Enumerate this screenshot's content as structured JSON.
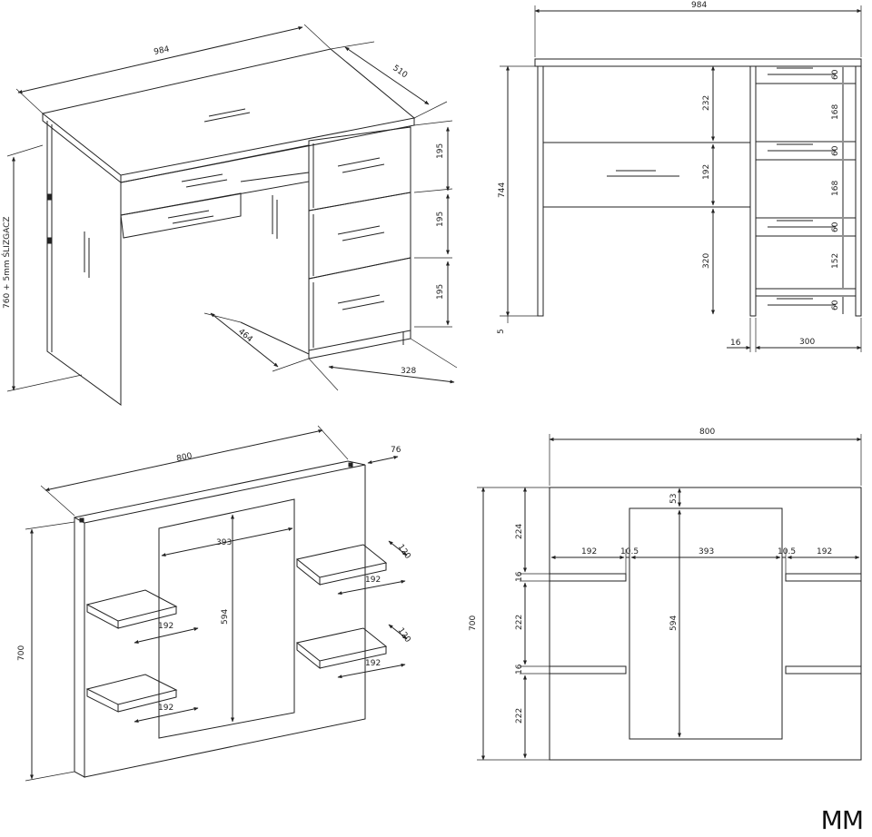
{
  "desk": {
    "iso": {
      "width": "984",
      "depth": "510",
      "height": "760 + 5mm ŚLIZGACZ",
      "drawer_h1": "195",
      "drawer_h2": "195",
      "drawer_h3": "195",
      "leg_space": "464",
      "cabinet_depth": "328"
    },
    "front": {
      "width": "984",
      "height": "744",
      "glide": "5",
      "top_gap": "232",
      "drawer": "192",
      "lower_gap": "320",
      "d1": "60",
      "d2": "168",
      "d3": "60",
      "d4": "168",
      "d5": "60",
      "d6": "152",
      "d7": "60",
      "side": "16",
      "cabinet_w": "300"
    }
  },
  "board": {
    "iso": {
      "width": "800",
      "depth": "76",
      "height": "700",
      "mirror_w": "393",
      "mirror_h": "594",
      "shelf_d1": "120",
      "shelf_d2": "120",
      "shelf_w1": "192",
      "shelf_w2": "192",
      "shelf_w3": "192",
      "shelf_w4": "192"
    },
    "front": {
      "width": "800",
      "height": "700",
      "top": "224",
      "shelf1": "16",
      "mid": "222",
      "shelf2": "16",
      "bottom": "222",
      "mirror_top": "53",
      "shelf_left": "192",
      "gap_left": "10.5",
      "mirror_w": "393",
      "gap_right": "10.5",
      "shelf_right": "192",
      "mirror_h": "594"
    }
  },
  "brand": "MM"
}
